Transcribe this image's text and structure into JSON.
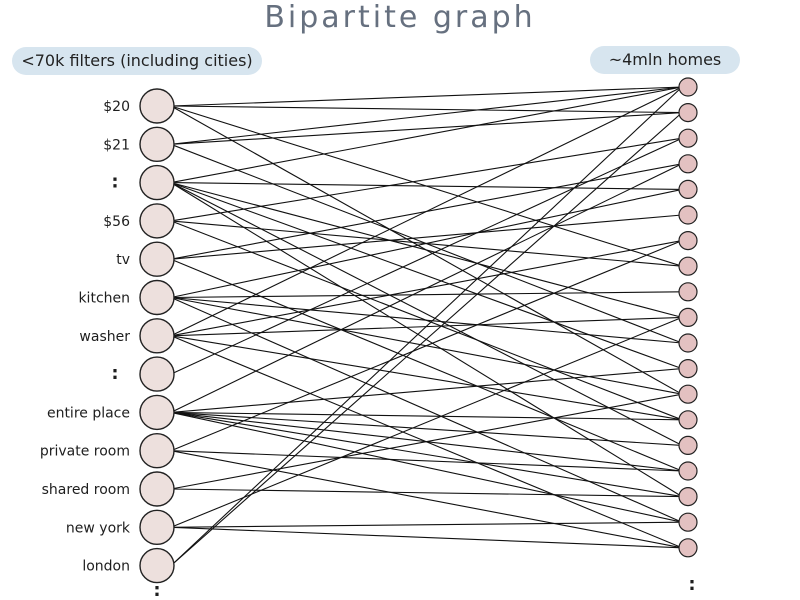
{
  "title": "Bipartite graph",
  "left_header": "<70k filters (including cities)",
  "right_header": "~4mln homes",
  "left_nodes": [
    {
      "label": "$20"
    },
    {
      "label": "$21"
    },
    {
      "label": ":"
    },
    {
      "label": "$56"
    },
    {
      "label": "tv"
    },
    {
      "label": "kitchen"
    },
    {
      "label": "washer"
    },
    {
      "label": ":"
    },
    {
      "label": "entire place"
    },
    {
      "label": "private room"
    },
    {
      "label": "shared room"
    },
    {
      "label": "new york"
    },
    {
      "label": "london"
    }
  ],
  "left_more": ":",
  "right_node_count": 19,
  "right_more": ":",
  "edges": [
    [
      0,
      0
    ],
    [
      0,
      1
    ],
    [
      0,
      7
    ],
    [
      0,
      12
    ],
    [
      1,
      0
    ],
    [
      1,
      1
    ],
    [
      1,
      10
    ],
    [
      2,
      0
    ],
    [
      2,
      4
    ],
    [
      2,
      9
    ],
    [
      2,
      11
    ],
    [
      2,
      14
    ],
    [
      2,
      16
    ],
    [
      3,
      2
    ],
    [
      3,
      7
    ],
    [
      3,
      13
    ],
    [
      4,
      3
    ],
    [
      4,
      5
    ],
    [
      4,
      15
    ],
    [
      5,
      4
    ],
    [
      5,
      8
    ],
    [
      5,
      10
    ],
    [
      5,
      12
    ],
    [
      5,
      17
    ],
    [
      6,
      0
    ],
    [
      6,
      6
    ],
    [
      6,
      9
    ],
    [
      6,
      13
    ],
    [
      6,
      18
    ],
    [
      7,
      2
    ],
    [
      8,
      3
    ],
    [
      8,
      11
    ],
    [
      8,
      13
    ],
    [
      8,
      14
    ],
    [
      8,
      15
    ],
    [
      8,
      16
    ],
    [
      8,
      17
    ],
    [
      9,
      6
    ],
    [
      9,
      15
    ],
    [
      9,
      18
    ],
    [
      10,
      12
    ],
    [
      10,
      16
    ],
    [
      11,
      9
    ],
    [
      11,
      17
    ],
    [
      11,
      18
    ],
    [
      12,
      0
    ],
    [
      12,
      1
    ]
  ],
  "colors": {
    "left_node_fill": "#ede0dd",
    "right_node_fill": "#e3c1c1",
    "node_stroke": "#222222",
    "edge": "#111111",
    "title": "#66707f",
    "header_bg": "#d7e5ef"
  }
}
